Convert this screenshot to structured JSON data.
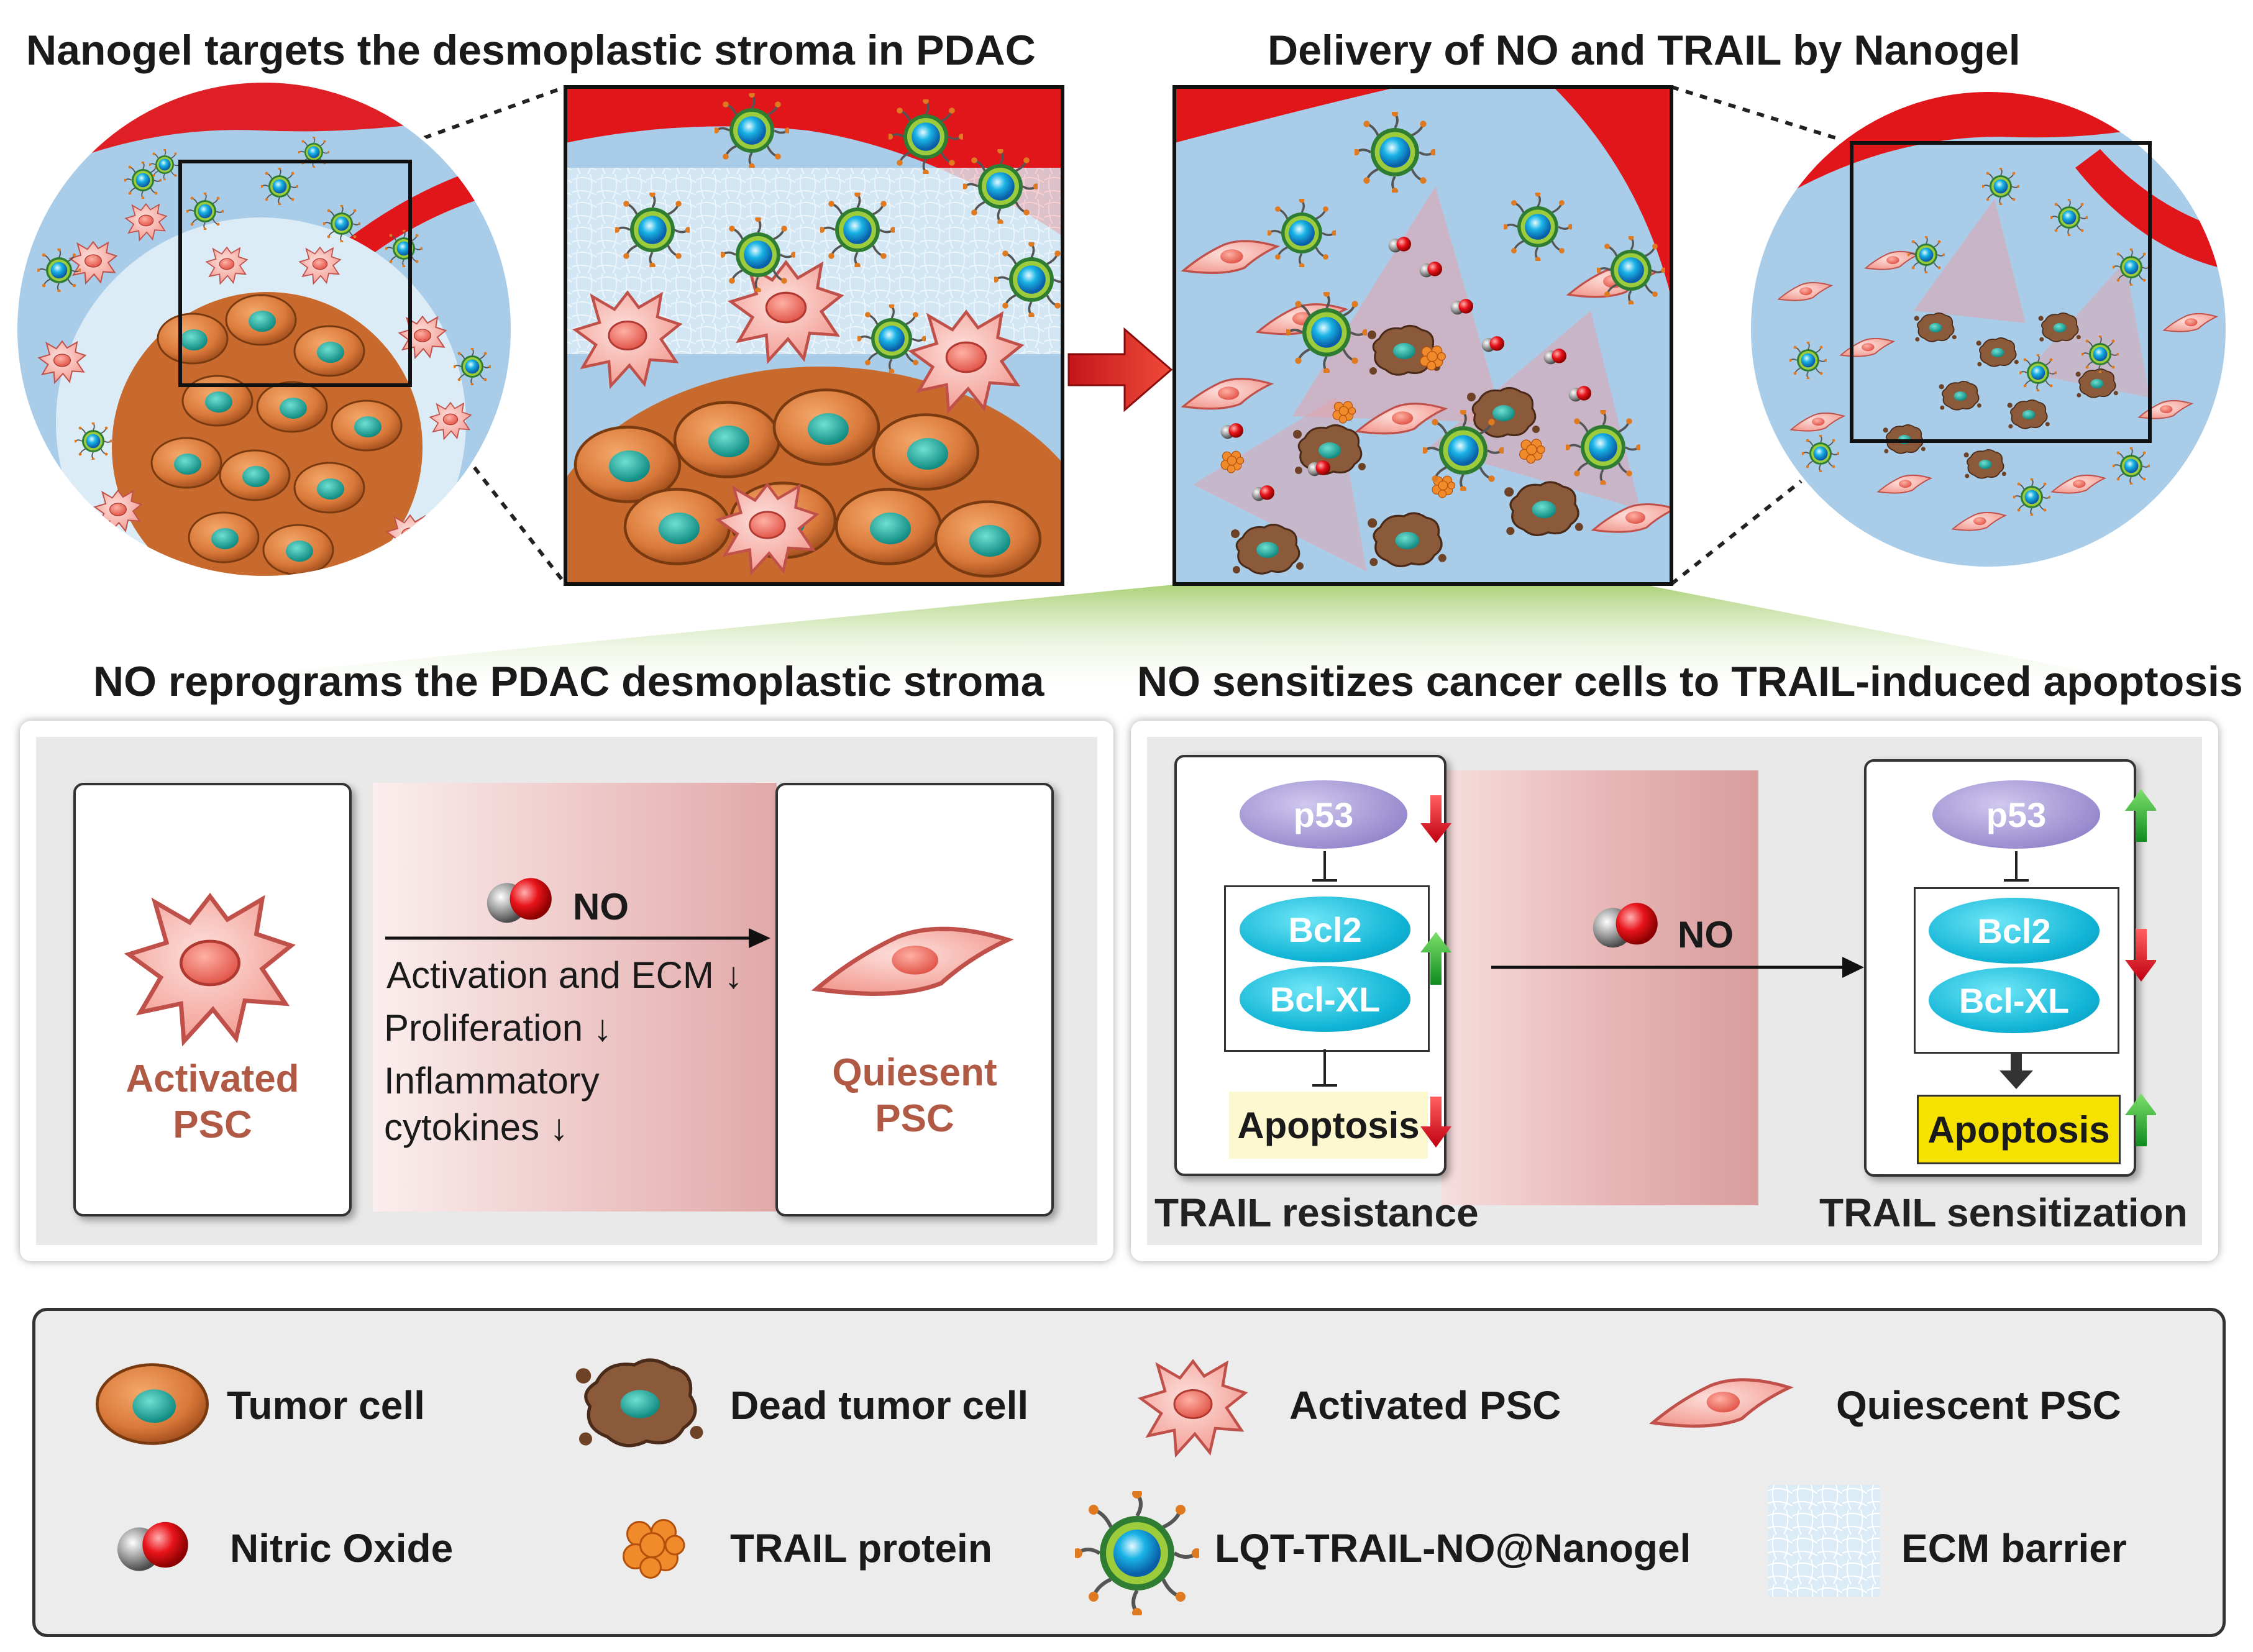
{
  "titles": {
    "top_left": "Nanogel targets the desmoplastic stroma in PDAC",
    "top_right": "Delivery of NO and TRAIL by Nanogel",
    "mid_left": "NO reprograms the PDAC desmoplastic stroma",
    "mid_right": "NO sensitizes cancer cells to TRAIL-induced apoptosis"
  },
  "stroma_panel": {
    "activated_line1": "Activated",
    "activated_line2": "PSC",
    "quiescent_line1": "Quiesent",
    "quiescent_line2": "PSC",
    "no_label": "NO",
    "effects": [
      "Activation and ECM ↓",
      "Proliferation ↓",
      "Inflammatory",
      "cytokines ↓"
    ]
  },
  "trail_panel": {
    "no_label": "NO",
    "left": {
      "p53": "p53",
      "bcl2": "Bcl2",
      "bclxl": "Bcl-XL",
      "apoptosis": "Apoptosis",
      "caption": "TRAIL resistance"
    },
    "right": {
      "p53": "p53",
      "bcl2": "Bcl2",
      "bclxl": "Bcl-XL",
      "apoptosis": "Apoptosis",
      "caption": "TRAIL sensitization"
    }
  },
  "legend": {
    "tumor_cell": "Tumor cell",
    "dead_tumor_cell": "Dead tumor cell",
    "activated_psc": "Activated PSC",
    "quiescent_psc": "Quiescent PSC",
    "nitric_oxide": "Nitric Oxide",
    "trail_protein": "TRAIL protein",
    "nanogel": "LQT-TRAIL-NO@Nanogel",
    "ecm_barrier": "ECM barrier"
  },
  "colors": {
    "tumor": "#d9793a",
    "nucleus": "#1aa39a",
    "psc": "#f7b2aa",
    "vessel": "#e0161b",
    "tissue": "#a9cde8",
    "up_arrow": "#1fae2b",
    "down_arrow": "#e01c22",
    "apoptosis_high": "#f5e200"
  }
}
